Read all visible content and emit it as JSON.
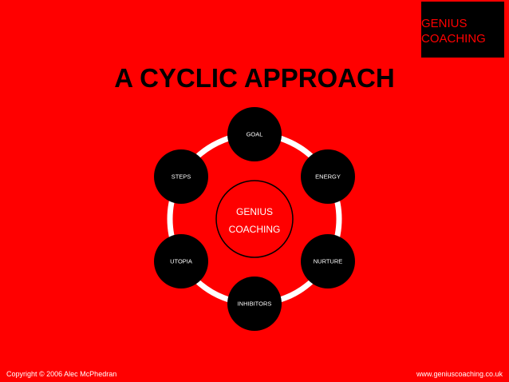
{
  "logo": {
    "line1": "GENIUS",
    "line2": "COACHING"
  },
  "title": "A CYCLIC APPROACH",
  "diagram": {
    "center": {
      "line1": "GENIUS",
      "line2": "COACHING"
    },
    "nodes": [
      "GOAL",
      "ENERGY",
      "NURTURE",
      "INHIBITORS",
      "UTOPIA",
      "STEPS"
    ]
  },
  "footer": {
    "copyright": "Copyright © 2006 Alec McPhedran",
    "website": "www.geniuscoaching.co.uk"
  },
  "colors": {
    "background": "#ff0000",
    "node_fill": "#000000",
    "ring": "#ffffff",
    "text_light": "#ffffff"
  }
}
